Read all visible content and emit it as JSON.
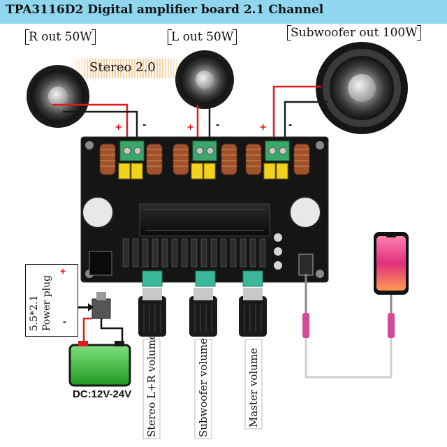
{
  "title": "TPA3116D2 Digital amplifier board 2.1 Channel",
  "outputs": {
    "right": "R out 50W",
    "left": "L out 50W",
    "subwoofer": "Subwoofer out 100W"
  },
  "stereo_label": "Stereo 2.0",
  "polarity": {
    "plus": "+",
    "minus": "-"
  },
  "controls": {
    "stereo": "Stereo L+R volume",
    "subwoofer": "Subwoofer volume",
    "master": "Master volume"
  },
  "power": {
    "plug_line1": "5.5*2.1",
    "plug_line2": "Power plug",
    "supply": "DC:12V-24V"
  },
  "colors": {
    "banner": "#8fd6ee",
    "board": "#151515",
    "terminal": "#3aa86b",
    "battery": "#3ec93e",
    "wire_red": "#e01b1b",
    "cable_pink": "#d24a9a"
  },
  "icons": [
    "speaker-icon",
    "phone-icon",
    "battery-icon",
    "power-plug-icon",
    "knob-icon"
  ]
}
